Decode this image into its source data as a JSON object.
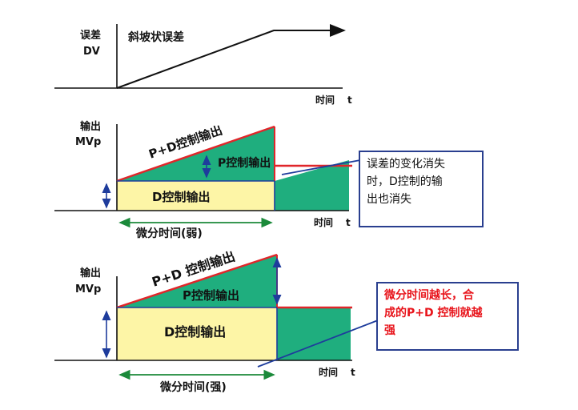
{
  "panel1": {
    "y_label_1": "误差",
    "y_label_2": "DV",
    "curve_label": "斜坡状误差",
    "x_label": "时间",
    "x_var": "t"
  },
  "panel2": {
    "y_label_1": "输出",
    "y_label_2": "MVp",
    "pd_label": "P+D控制输出",
    "p_label": "P控制输出",
    "d_label": "D控制输出",
    "x_label": "时间",
    "x_var": "t",
    "span_label": "微分时间(弱)",
    "note_lines": [
      "误差的变化消失",
      "时，D控制的输",
      "出也消失"
    ]
  },
  "panel3": {
    "y_label_1": "输出",
    "y_label_2": "MVp",
    "pd_label": "P+D 控制输出",
    "p_label": "P控制输出",
    "d_label": "D控制输出",
    "x_label": "时间",
    "x_var": "t",
    "span_label": "微分时间(强)",
    "note_lines": [
      "微分时间越长，合",
      "成的P+D 控制就越",
      "强"
    ]
  },
  "colors": {
    "teal_fill": "#1fae7e",
    "yellow_fill": "#fdf5a6",
    "red_line": "#e0262a",
    "arrow_blue": "#1e3c9c",
    "span_green": "#1b8a3a",
    "note_border": "#2a3f8f",
    "emphasis_red": "#e8141b"
  }
}
